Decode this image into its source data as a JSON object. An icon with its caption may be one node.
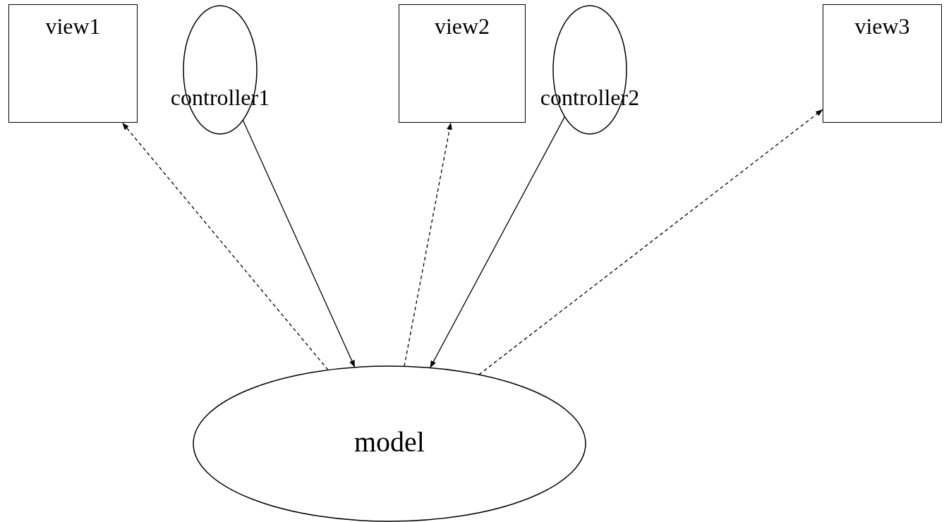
{
  "diagram": {
    "nodes": [
      {
        "text": [
          "view1"
        ]
      },
      {
        "text": [
          "controller1"
        ]
      },
      {
        "text": [
          "view2"
        ]
      },
      {
        "text": [
          "controller2"
        ]
      },
      {
        "text": [
          "view3"
        ]
      },
      {
        "text": [
          "model"
        ]
      }
    ],
    "edges": [
      {
        "from": 5,
        "to": 0,
        "arrow": "to",
        "style": "dashed"
      },
      {
        "from": 1,
        "to": 5,
        "arrow": "to"
      },
      {
        "from": 5,
        "to": 2,
        "arrow": "to",
        "style": "dashed"
      },
      {
        "from": 3,
        "to": 5,
        "arrow": "to"
      },
      {
        "from": 5,
        "to": 4,
        "arrow": "to",
        "style": "dashed"
      }
    ]
  }
}
